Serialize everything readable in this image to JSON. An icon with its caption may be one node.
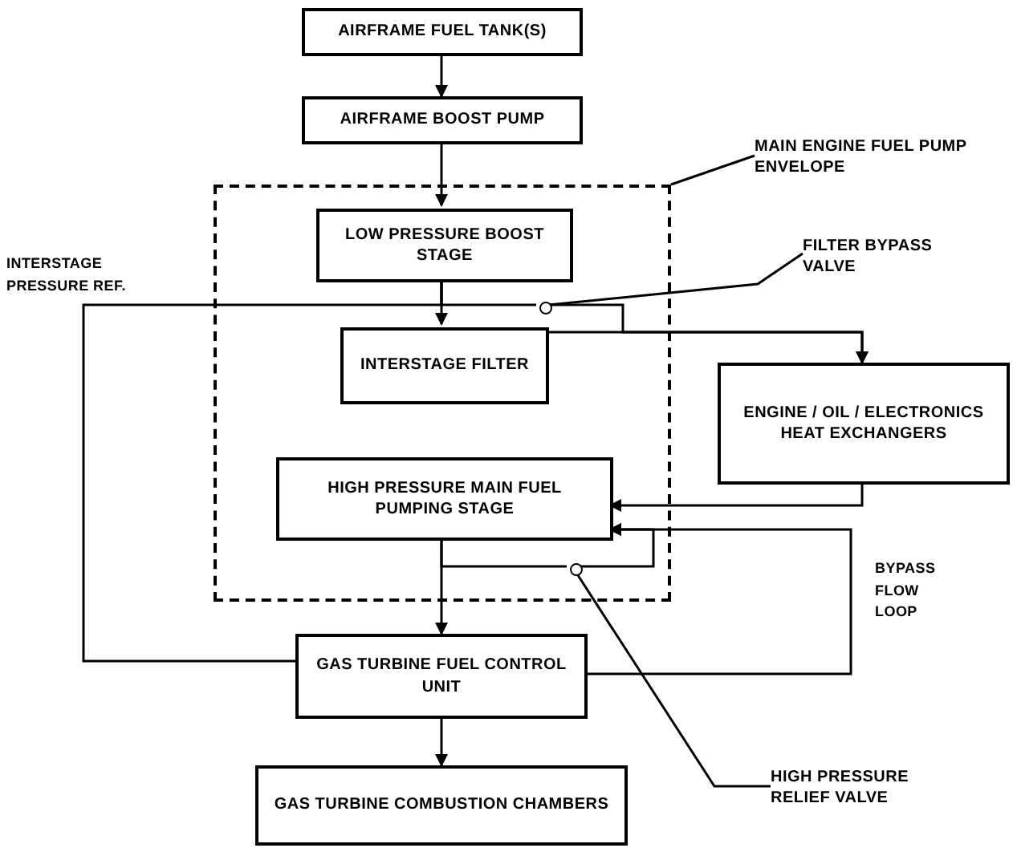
{
  "diagram": {
    "nodes": [
      {
        "text": [
          "AIRFRAME FUEL TANK(S)"
        ]
      },
      {
        "text": [
          "AIRFRAME BOOST PUMP"
        ]
      },
      {
        "text": [],
        "shape": "box"
      },
      {
        "text": [
          "MAIN ENGINE FUEL PUMP ENVELOPE"
        ]
      },
      {
        "text": [
          "LOW PRESSURE BOOST STAGE"
        ],
        "in": 2
      },
      {
        "text": [
          "INTERSTAGE FILTER"
        ],
        "in": 2
      },
      {
        "text": [
          "HIGH PRESSURE MAIN FUEL PUMPING STAGE"
        ],
        "in": 2
      },
      {
        "text": [
          "ENGINE / OIL / ELECTRONICS HEAT EXCHANGERS"
        ]
      },
      {
        "text": [
          "GAS TURBINE FUEL CONTROL UNIT"
        ]
      },
      {
        "text": [
          "GAS TURBINE COMBUSTION CHAMBERS"
        ]
      },
      {
        "text": [],
        "shape": "circle",
        "in": 2
      },
      {
        "text": [],
        "shape": "circle",
        "in": 2
      },
      {
        "text": [
          "FILTER BYPASS VALVE"
        ]
      },
      {
        "text": [
          "HIGH PRESSURE RELIEF VALVE"
        ]
      }
    ],
    "edges": [
      {
        "from": 0,
        "to": 1,
        "arrow": "to"
      },
      {
        "from": 1,
        "to": 4,
        "arrow": "to"
      },
      {
        "from": 4,
        "to": 5,
        "arrow": "to"
      },
      {
        "from": 5,
        "to": 7,
        "arrow": "to"
      },
      {
        "from": 7,
        "to": 6,
        "arrow": "to"
      },
      {
        "from": 4,
        "to": 10,
        "arrow": "none"
      },
      {
        "from": 10,
        "to": 7,
        "arrow": "to"
      },
      {
        "from": 4,
        "to": 8,
        "arrow": "none"
      },
      {
        "from": 6,
        "to": 8,
        "arrow": "to"
      },
      {
        "from": 6,
        "to": 11,
        "arrow": "none"
      },
      {
        "from": 11,
        "to": 6,
        "arrow": "to"
      },
      {
        "from": 8,
        "to": 6,
        "arrow": "to"
      },
      {
        "from": 8,
        "to": 9,
        "arrow": "to"
      },
      {
        "from": 3,
        "to": 2,
        "arrow": "none"
      },
      {
        "from": 12,
        "to": 10,
        "arrow": "none"
      },
      {
        "from": 13,
        "to": 11,
        "arrow": "none"
      }
    ],
    "labels": [
      "INTERSTAGE PRESSURE REF.",
      "BYPASS FLOW LOOP"
    ]
  }
}
